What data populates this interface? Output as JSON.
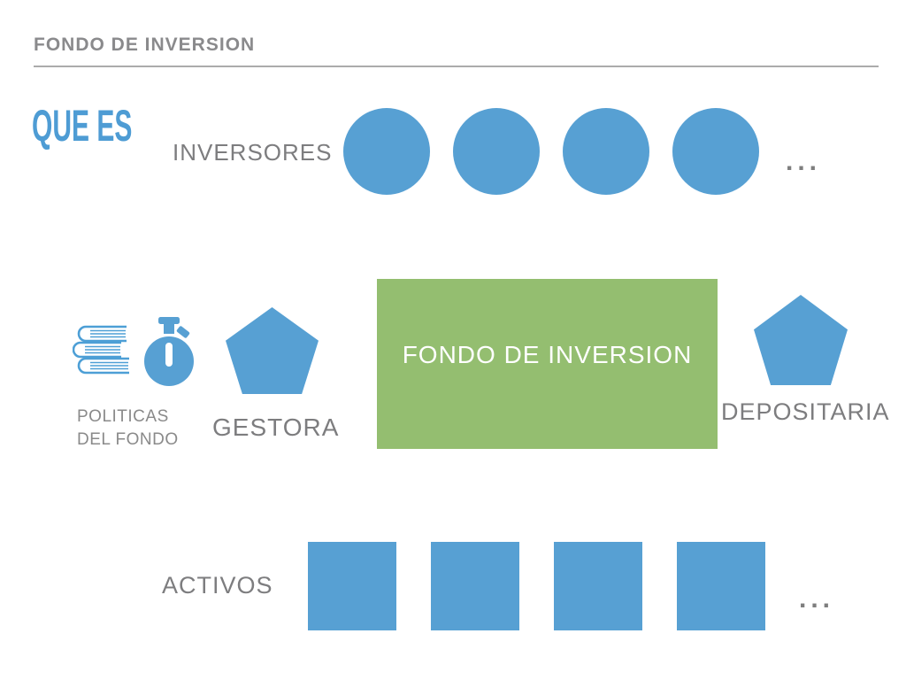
{
  "header": {
    "title": "FONDO DE INVERSION"
  },
  "heading": {
    "label": "QUE ES"
  },
  "investors": {
    "label": "INVERSORES",
    "count": 4,
    "ellipsis": "..."
  },
  "policies": {
    "line1": "POLITICAS",
    "line2": "DEL FONDO",
    "icons": [
      "books-icon",
      "stopwatch-icon"
    ]
  },
  "gestora": {
    "label": "GESTORA"
  },
  "fund_box": {
    "label": "FONDO DE INVERSION"
  },
  "depositaria": {
    "label": "DEPOSITARIA"
  },
  "assets": {
    "label": "ACTIVOS",
    "count": 4,
    "ellipsis": "..."
  },
  "colors": {
    "blue": "#57A0D3",
    "green": "#94BE70",
    "heading_blue": "#4E9CD4",
    "label_gray": "#7D7D7F",
    "header_gray": "#8A8A8C",
    "divider_gray": "#ABABAB",
    "white": "#FFFFFF"
  }
}
